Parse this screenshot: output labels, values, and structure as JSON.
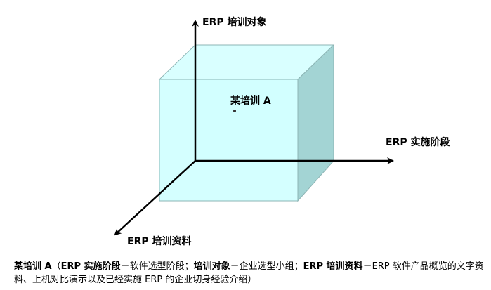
{
  "axes": {
    "vertical": "ERP 培训对象",
    "horizontal": "ERP 实施阶段",
    "depth": "ERP 培训资料"
  },
  "point": {
    "label": "某培训 A"
  },
  "caption": {
    "name": "某培训 A",
    "open": "（",
    "k1": "ERP 实施阶段",
    "v1": "－软件选型阶段；",
    "k2": "培训对象",
    "v2": "－企业选型小组；",
    "k3": "ERP 培训资料",
    "v3": "－ERP 软件产品概览的文字资料、上机对比演示以及已经实施 ERP 的企业切身经验介绍）"
  },
  "colors": {
    "cube_front": "#ccffff",
    "cube_top": "#d9ffff",
    "cube_side": "#a3d4d4",
    "cube_edge": "#8cb4b4",
    "axis": "#000000"
  }
}
